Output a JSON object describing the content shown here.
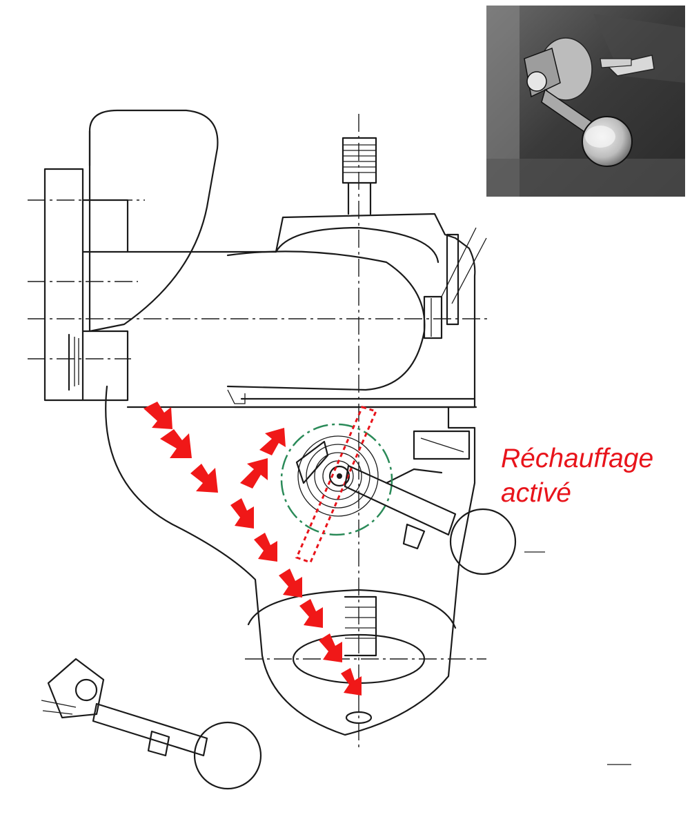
{
  "caption": {
    "line1": "Réchauffage",
    "line2": "activé"
  },
  "colors": {
    "annotation_red": "#e8141b",
    "arrow_red": "#f01818",
    "pivot_circle_green": "#2a8a58",
    "ink": "#1a1a1a"
  },
  "illustration": {
    "inset_photo": "photo-inset",
    "flow_arrows": "flow-arrows"
  }
}
